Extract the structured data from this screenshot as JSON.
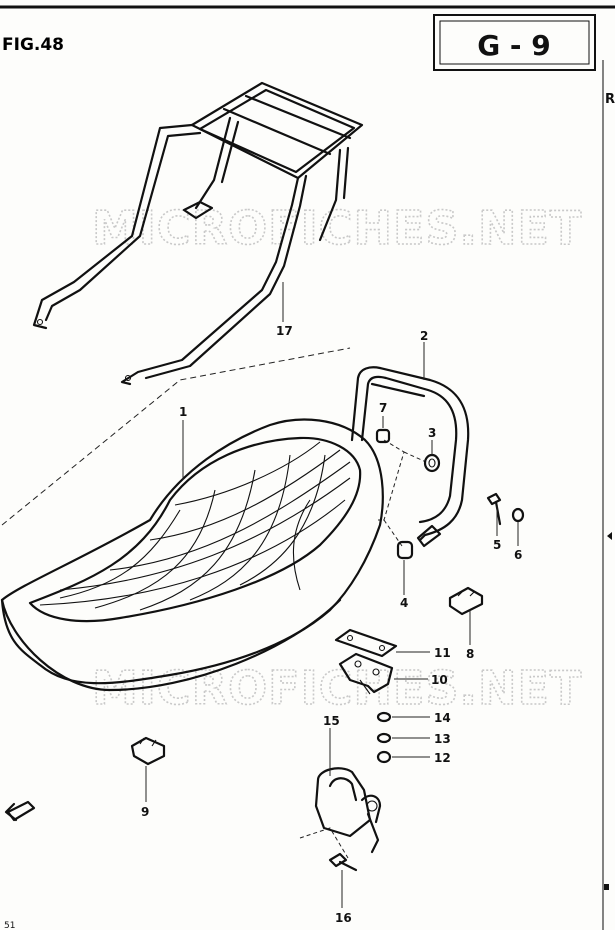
{
  "header": {
    "figure_label": "FIG.48",
    "group_code": "G - 9",
    "edge_mark": "R"
  },
  "watermark": {
    "text": "MICROFICHES.NET"
  },
  "callouts": {
    "c1": "1",
    "c2": "2",
    "c3": "3",
    "c4": "4",
    "c5": "5",
    "c6": "6",
    "c7": "7",
    "c8": "8",
    "c9": "9",
    "c10": "10",
    "c11": "11",
    "c12": "12",
    "c13": "13",
    "c14": "14",
    "c15": "15",
    "c16": "16",
    "c17": "17"
  },
  "footer": {
    "page_mark": "51"
  },
  "colors": {
    "ink": "#111111",
    "paper": "#fdfdfb",
    "watermark": "#c9c9c9"
  }
}
